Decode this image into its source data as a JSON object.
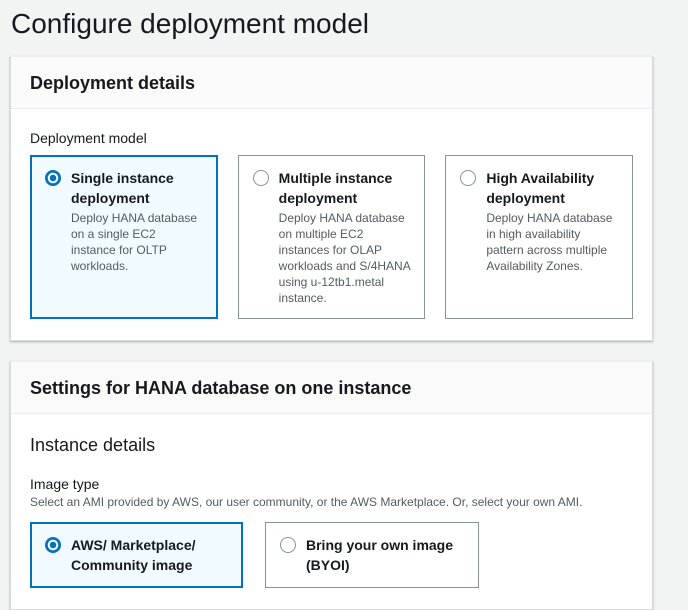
{
  "page": {
    "title": "Configure deployment model"
  },
  "deployment_panel": {
    "header": "Deployment details",
    "field_label": "Deployment model",
    "options": [
      {
        "title": "Single instance deployment",
        "description": "Deploy HANA database on a single EC2 instance for OLTP workloads.",
        "selected": true
      },
      {
        "title": "Multiple instance deployment",
        "description": "Deploy HANA database on multiple EC2 instances for OLAP workloads and S/4HANA using u-12tb1.metal instance.",
        "selected": false
      },
      {
        "title": "High Availability deployment",
        "description": "Deploy HANA database in high availability pattern across multiple Availability Zones.",
        "selected": false
      }
    ]
  },
  "settings_panel": {
    "header": "Settings for HANA database on one instance",
    "section_title": "Instance details",
    "field_label": "Image type",
    "field_description": "Select an AMI provided by AWS, our user community, or the AWS Marketplace. Or, select your own AMI.",
    "options": [
      {
        "title": "AWS/ Marketplace/ Community image",
        "selected": true
      },
      {
        "title": "Bring your own image (BYOI)",
        "selected": false
      }
    ]
  },
  "colors": {
    "accent": "#0073bb",
    "selected_tile_background": "#f1faff",
    "page_background": "#f2f3f3",
    "panel_header_background": "#fafafa",
    "secondary_text": "#545b64"
  }
}
